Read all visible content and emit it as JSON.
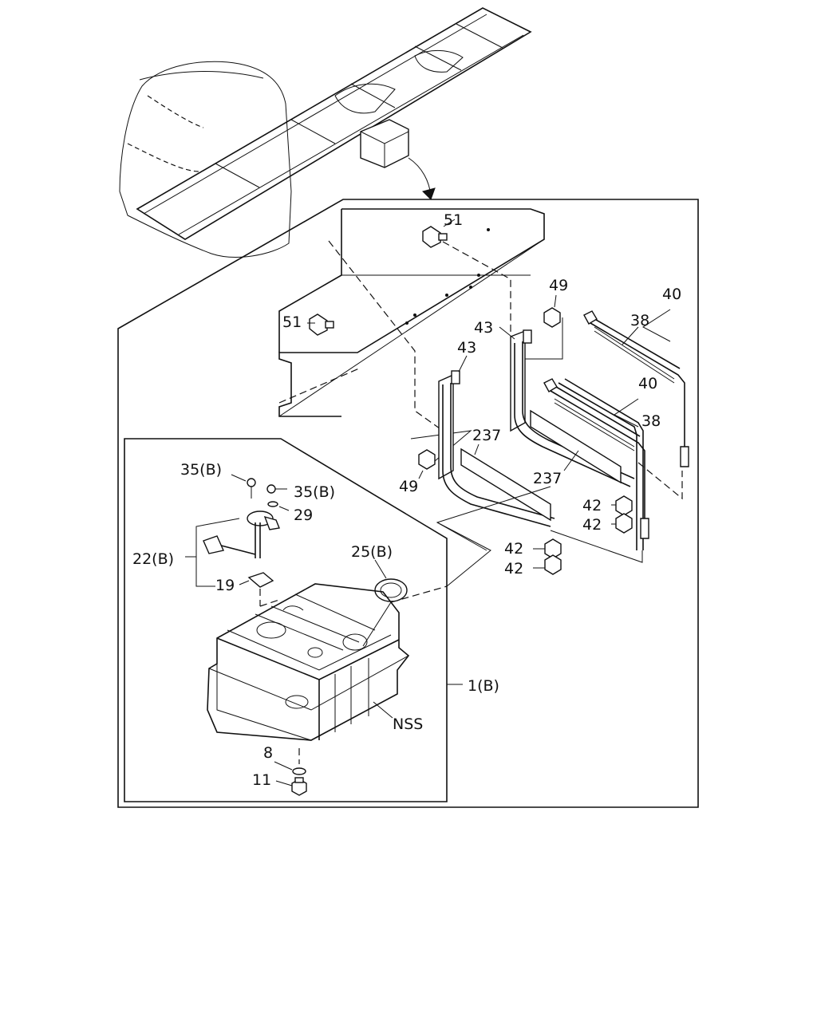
{
  "labels": {
    "l51a": "51",
    "l51b": "51",
    "l49a": "49",
    "l49b": "49",
    "l40a": "40",
    "l40b": "40",
    "l38a": "38",
    "l38b": "38",
    "l43a": "43",
    "l43b": "43",
    "l237a": "237",
    "l237b": "237",
    "l42a": "42",
    "l42b": "42",
    "l42c": "42",
    "l42d": "42",
    "l35a": "35(B)",
    "l35b": "35(B)",
    "l29": "29",
    "l22": "22(B)",
    "l19": "19",
    "l25": "25(B)",
    "l1": "1(B)",
    "lnss": "NSS",
    "l8": "8",
    "l11": "11"
  }
}
